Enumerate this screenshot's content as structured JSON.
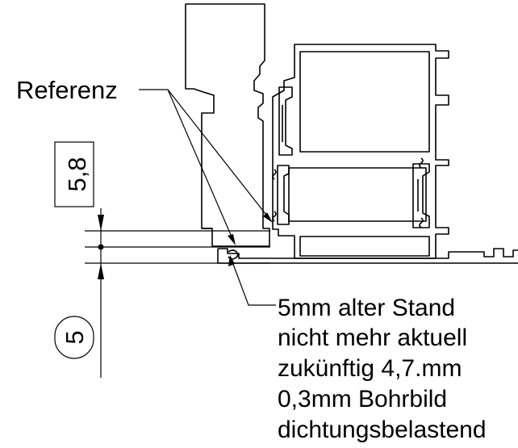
{
  "labels": {
    "reference": "Referenz",
    "dim_upper": "5,8",
    "dim_lower": "5",
    "note": [
      "5mm alter Stand",
      "nicht mehr aktuell",
      "zukünftig 4,7.mm",
      "0,3mm Bohrbild",
      "dichtungsbelastend"
    ]
  },
  "colors": {
    "line": "#000000",
    "background": "#ffffff"
  }
}
